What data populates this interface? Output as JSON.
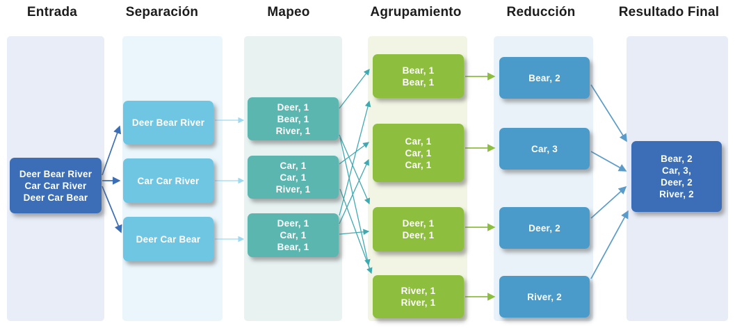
{
  "columns": [
    {
      "id": "entrada",
      "header": "Entrada",
      "band_color": "#e8edf7",
      "box_color": "#3b6eb6",
      "boxes": [
        {
          "id": "input",
          "lines": [
            "Deer Bear River",
            "Car Car River",
            "Deer Car Bear"
          ]
        }
      ]
    },
    {
      "id": "separacion",
      "header": "Separación",
      "band_color": "#eaf6fb",
      "box_color": "#6fc6e3",
      "boxes": [
        {
          "id": "sep1",
          "lines": [
            "Deer Bear River"
          ]
        },
        {
          "id": "sep2",
          "lines": [
            "Car Car River"
          ]
        },
        {
          "id": "sep3",
          "lines": [
            "Deer Car Bear"
          ]
        }
      ]
    },
    {
      "id": "mapeo",
      "header": "Mapeo",
      "band_color": "#e7f2f1",
      "box_color": "#5cb6b0",
      "boxes": [
        {
          "id": "map1",
          "lines": [
            "Deer, 1",
            "Bear, 1",
            "River, 1"
          ]
        },
        {
          "id": "map2",
          "lines": [
            "Car, 1",
            "Car, 1",
            "River, 1"
          ]
        },
        {
          "id": "map3",
          "lines": [
            "Deer, 1",
            "Car, 1",
            "Bear, 1"
          ]
        }
      ]
    },
    {
      "id": "agrupamiento",
      "header": "Agrupamiento",
      "band_color": "#f3f5e4",
      "box_color": "#8ebe3d",
      "boxes": [
        {
          "id": "grp1",
          "lines": [
            "Bear, 1",
            "Bear, 1"
          ]
        },
        {
          "id": "grp2",
          "lines": [
            "Car, 1",
            "Car, 1",
            "Car, 1"
          ]
        },
        {
          "id": "grp3",
          "lines": [
            "Deer, 1",
            "Deer, 1"
          ]
        },
        {
          "id": "grp4",
          "lines": [
            "River, 1",
            "River, 1"
          ]
        }
      ]
    },
    {
      "id": "reduccion",
      "header": "Reducción",
      "band_color": "#e9f2f9",
      "box_color": "#4a9bca",
      "boxes": [
        {
          "id": "red1",
          "lines": [
            "Bear, 2"
          ]
        },
        {
          "id": "red2",
          "lines": [
            "Car, 3"
          ]
        },
        {
          "id": "red3",
          "lines": [
            "Deer, 2"
          ]
        },
        {
          "id": "red4",
          "lines": [
            "River, 2"
          ]
        }
      ]
    },
    {
      "id": "resultado",
      "header": "Resultado Final",
      "band_color": "#e8ecf6",
      "box_color": "#3b6eb6",
      "boxes": [
        {
          "id": "final",
          "lines": [
            "Bear, 2",
            "Car, 3,",
            "Deer, 2",
            "River, 2"
          ]
        }
      ]
    }
  ],
  "edge_colors": {
    "darkblue": "#3b6eb6",
    "lightblue": "#9ed9f2",
    "teal": "#3fa9b1",
    "green": "#8cbe3f",
    "blue": "#5a9bc9"
  },
  "edges": [
    {
      "from": "input",
      "to": "sep1",
      "color": "darkblue"
    },
    {
      "from": "input",
      "to": "sep2",
      "color": "darkblue"
    },
    {
      "from": "input",
      "to": "sep3",
      "color": "darkblue"
    },
    {
      "from": "sep1",
      "to": "map1",
      "color": "lightblue"
    },
    {
      "from": "sep2",
      "to": "map2",
      "color": "lightblue"
    },
    {
      "from": "sep3",
      "to": "map3",
      "color": "lightblue"
    },
    {
      "from": "map1",
      "to": "grp1",
      "color": "teal"
    },
    {
      "from": "map1",
      "to": "grp3",
      "color": "teal"
    },
    {
      "from": "map1",
      "to": "grp4",
      "color": "teal"
    },
    {
      "from": "map2",
      "to": "grp2",
      "color": "teal"
    },
    {
      "from": "map2",
      "to": "grp4",
      "color": "teal"
    },
    {
      "from": "map3",
      "to": "grp1",
      "color": "teal"
    },
    {
      "from": "map3",
      "to": "grp2",
      "color": "teal"
    },
    {
      "from": "map3",
      "to": "grp3",
      "color": "teal"
    },
    {
      "from": "grp1",
      "to": "red1",
      "color": "green"
    },
    {
      "from": "grp2",
      "to": "red2",
      "color": "green"
    },
    {
      "from": "grp3",
      "to": "red3",
      "color": "green"
    },
    {
      "from": "grp4",
      "to": "red4",
      "color": "green"
    },
    {
      "from": "red1",
      "to": "final",
      "color": "blue"
    },
    {
      "from": "red2",
      "to": "final",
      "color": "blue"
    },
    {
      "from": "red3",
      "to": "final",
      "color": "blue"
    },
    {
      "from": "red4",
      "to": "final",
      "color": "blue"
    }
  ]
}
